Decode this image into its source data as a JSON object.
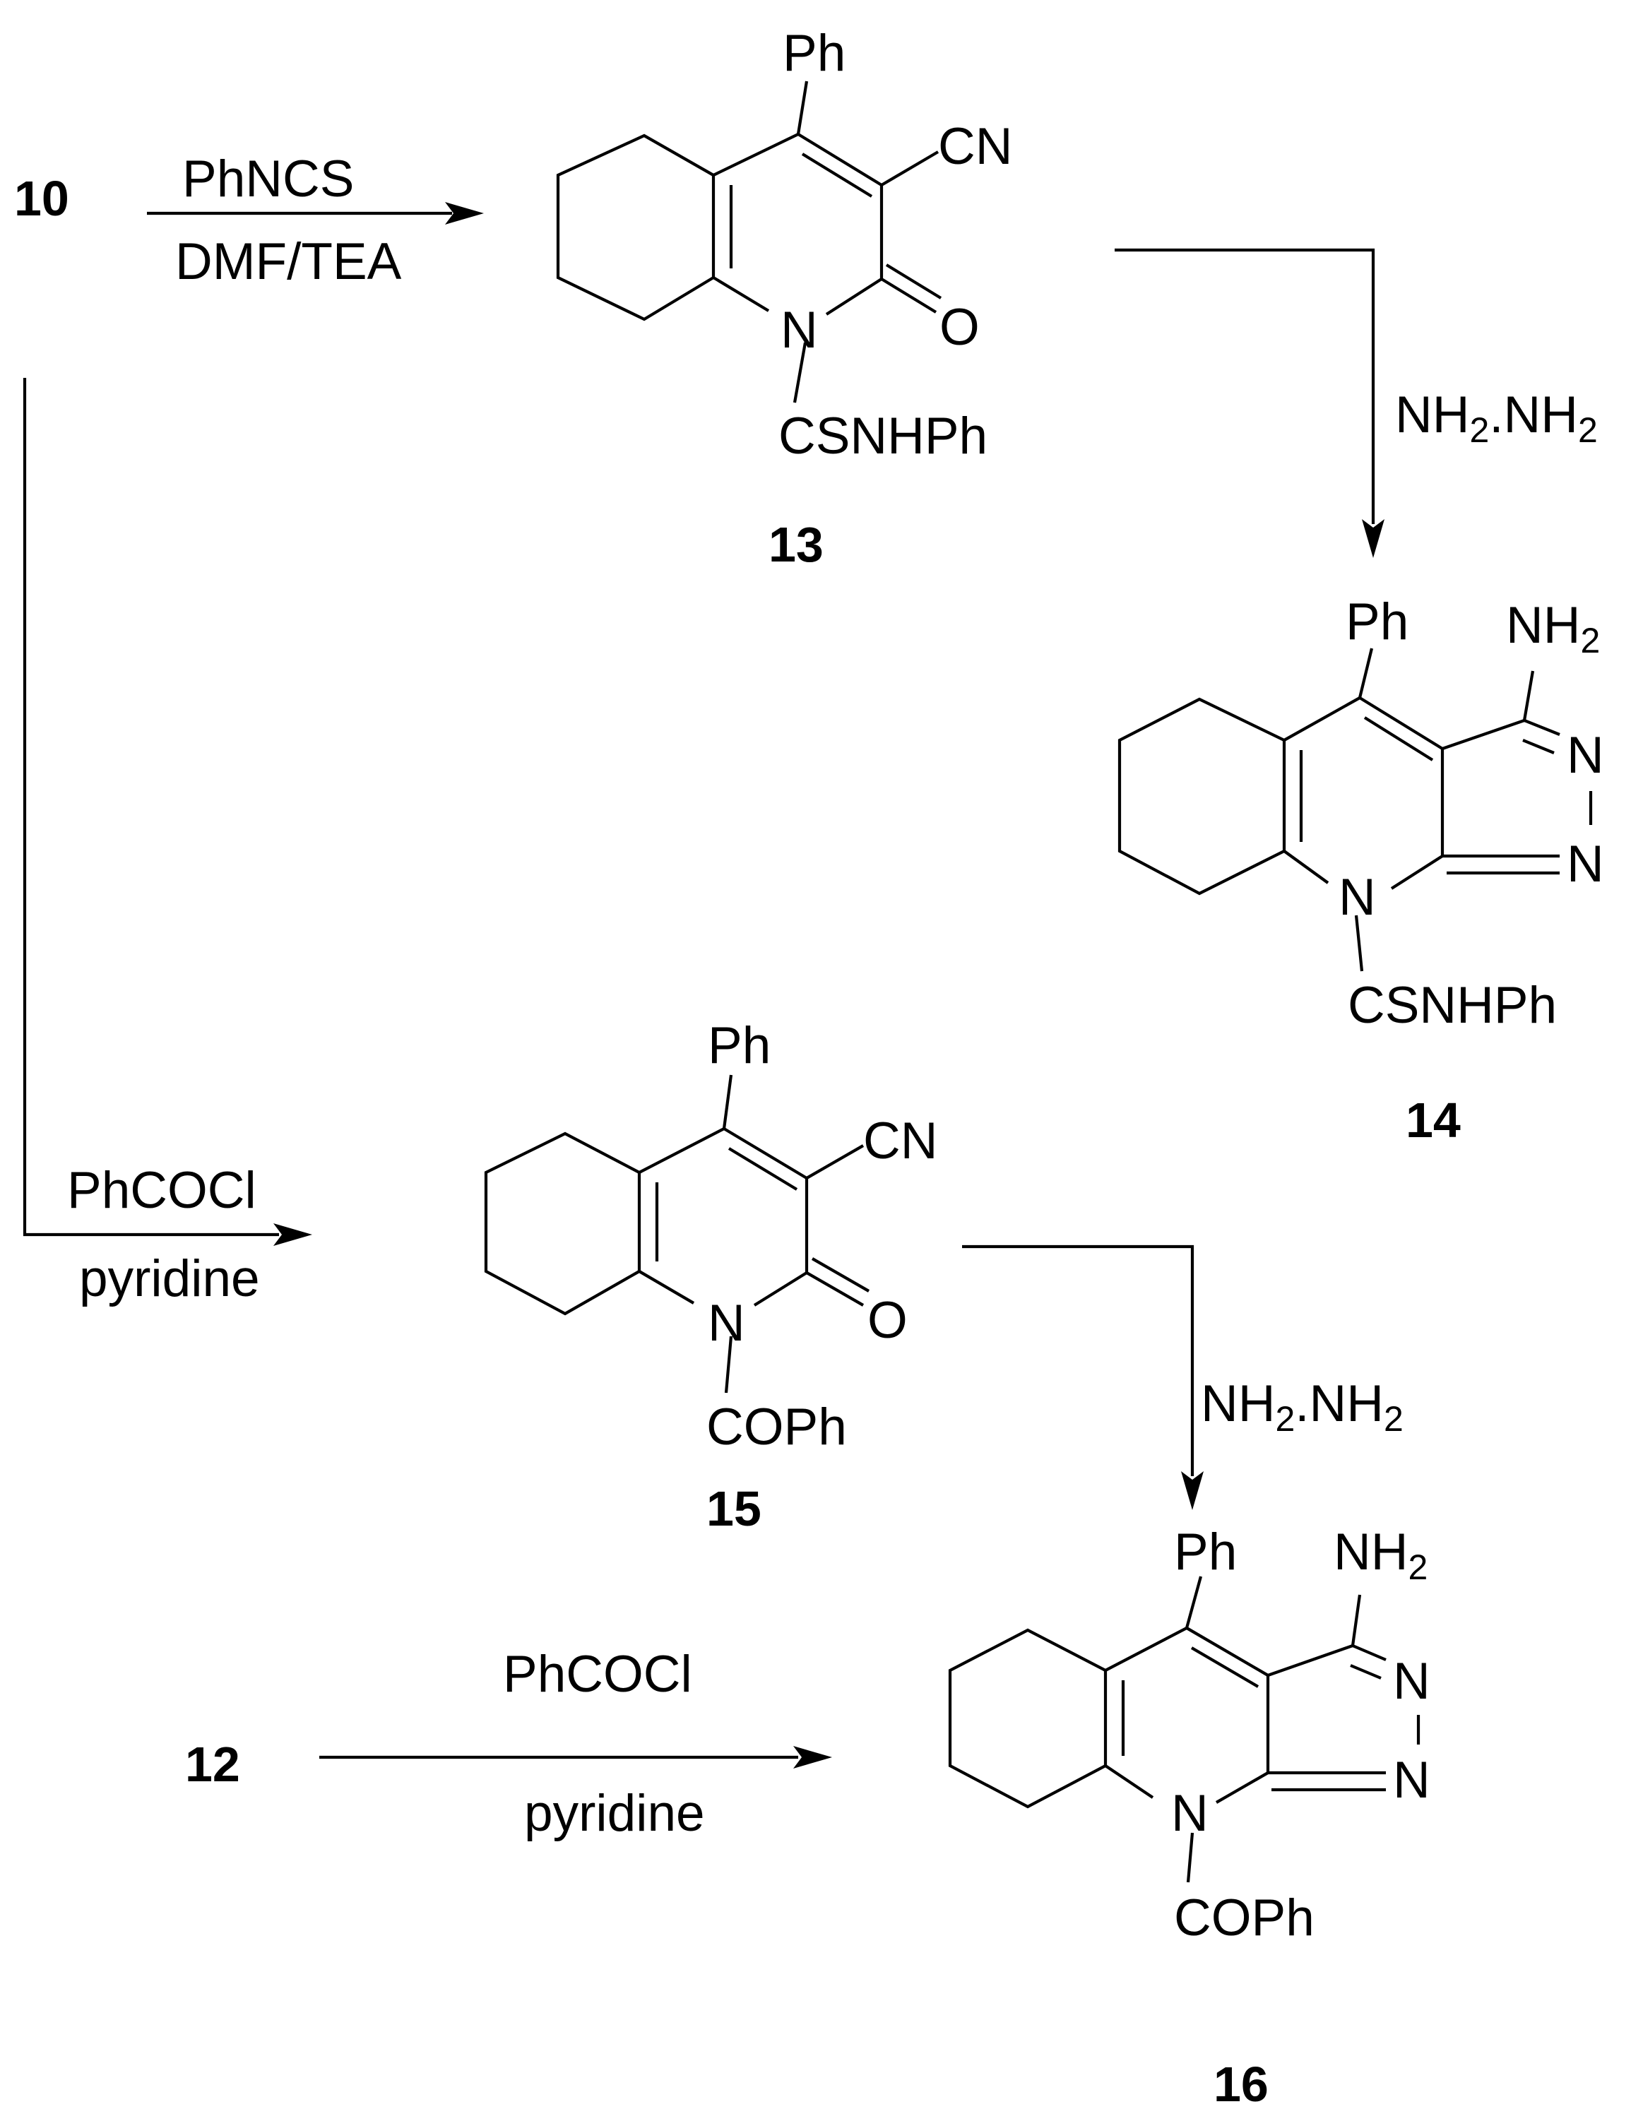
{
  "compounds": {
    "c10": "10",
    "c12": "12",
    "c13": "13",
    "c14": "14",
    "c15": "15",
    "c16": "16"
  },
  "reagents": {
    "r1_top": "PhNCS",
    "r1_bottom": "DMF/TEA",
    "r2_label": "NH2.NH2",
    "r3_top": "PhCOCl",
    "r3_bottom": "pyridine",
    "r4_label": "NH2.NH2",
    "r5_top": "PhCOCl",
    "r5_bottom": "pyridine"
  },
  "atoms": {
    "ph": "Ph",
    "cn": "CN",
    "o": "O",
    "n": "N",
    "csnhph": "CSNHPh",
    "coph": "COPh",
    "nh": "NH",
    "sub2": "2",
    "dot": "."
  }
}
